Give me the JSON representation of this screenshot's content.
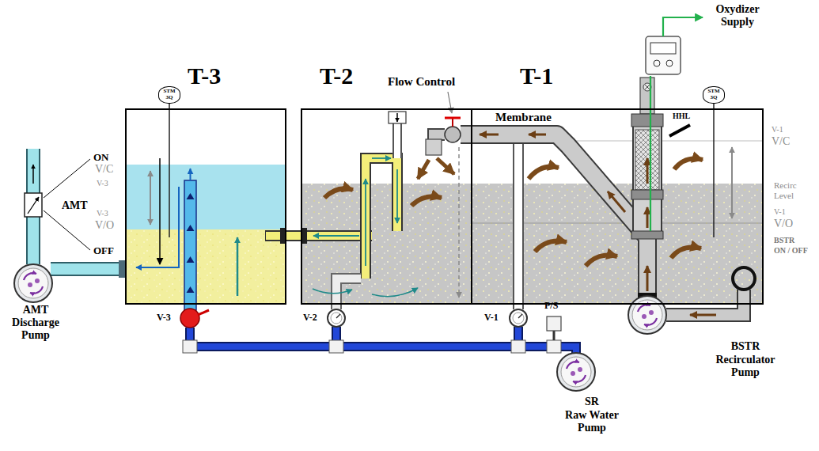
{
  "diagram": {
    "nodes": [
      {
        "text": [
          "T-3"
        ]
      },
      {
        "text": [
          "T-2"
        ]
      },
      {
        "text": [
          "T-1"
        ]
      },
      {
        "text": [
          "STM 3Q"
        ]
      },
      {
        "text": [
          "STM 3Q"
        ]
      }
    ],
    "edges": [
      {
        "from": 1,
        "to": 0,
        "arrow": "none"
      }
    ],
    "labels": [
      "Oxydizer Supply",
      "Flow Control",
      "Membrane",
      "HHL",
      "V-1",
      "V/C",
      "Recirc Level",
      "V-1",
      "V/O",
      "BSTR",
      "ON / OFF",
      "ON",
      "V/C",
      "V-3",
      "V-3",
      "V/O",
      "OFF",
      "AMT",
      "AMT",
      "Discharge Pump",
      "V-3",
      "V-2",
      "V-1",
      "P/S",
      "SR",
      "Raw Water Pump",
      "BSTR",
      "Recirculator Pump"
    ]
  }
}
